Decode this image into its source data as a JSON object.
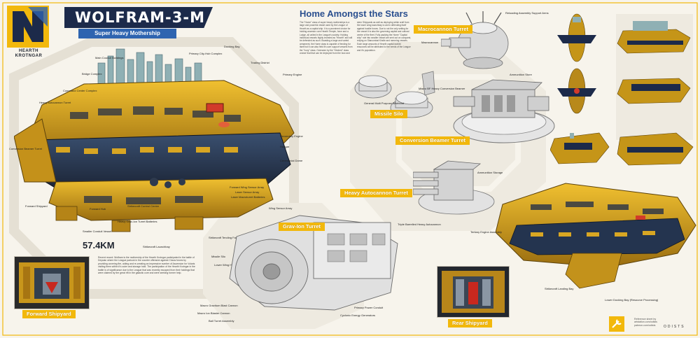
{
  "brand": {
    "logo_caption": "HEARTH KROTNGAR",
    "studio": "ODISTS",
    "links": [
      "Reference sheet by",
      "artstation.com/odists",
      "patreon.com/odists"
    ]
  },
  "header": {
    "title": "WOLFRAM-3-M",
    "subtitle": "Super Heavy Mothership"
  },
  "story": {
    "heading": "Home Amongst the Stars",
    "col1": "The \"Home\" class of super heavy motherships is a large and powerful vessel used by the League of Hearth as a capital ship. It is a prominent choice for holding ancestor core Hearth Temple, force and a Lodge, all united in the League's society. Holding individual vessels highly invested as \"Hearth\" and will be defended as such. Boasting a large and varied armament, the Home class is capable of fending for itself but it can also field it's own support vessels from the \"Ivory\" class. Overseen by the \"Kindred\" class cruiser that that can be deployed from the bow and",
    "col2": "stern Shipyards as well as deploying strike craft from the lower wing launchbay to aid in defending itself against hostile forces. Due to not the only setting for the vessel it is also the governing capital and cultural centre of the fleet. Fully packing the Home \"Capital ship\" role into smaller vessel are sent out on conquest, relying on Starcombat Kindle and ramming vessels. Each large amounts of Hearth capital worlds' resources will be attributed to the needs of the League and it's population."
  },
  "labels": {
    "macrocannon": "Macrocannon Turret",
    "missile_silo": "Missile Silo",
    "conversion_beamer": "Conversion Beamer Turret",
    "heavy_autocannon": "Heavy Autocannon Turret",
    "grav_ion": "Grav-Ion Turret",
    "forward_shipyard": "Forward Shipyard",
    "rear_shipyard": "Rear Shipyard"
  },
  "callouts": {
    "main_council": "Main Council Buildings",
    "bridge_complex": "Bridge Complex",
    "command_center": "Command Center Complex",
    "heavy_autocannon_turret": "Heavy Autocannon Turret",
    "conversion_beamer_turret": "Conversion Beamer Turret",
    "forward_shipyard": "Forward Shipyard",
    "primary_city": "Primary City-Hub Complex",
    "docking_bay": "Docking Bay",
    "trading_district": "Trading District",
    "primary_engine": "Primary Engine",
    "secondary_engine": "Secondary Engine",
    "hangar": "Hangar",
    "ceremonial_dome": "Ceremonial Dome",
    "forward_wing_sensor": "Forward Wing Sensor Array",
    "laser_sensor": "Laser Sensor Array",
    "laser_macroturret": "Laser Macroturret Batteries",
    "wing_sensor": "Wing Sensor Array",
    "forward_hub": "Forward Hub",
    "strikecraft_control": "Strikecraft Control Center",
    "heavy_grav_ion": "Heavy Grav-Ion Turret Batteries",
    "smaller_conduit": "Smaller Conduit Vessel",
    "strikecraft_launchbay": "Strikecraft Launchbay",
    "strikecraft_tending": "Strikecraft Tending Facility",
    "missile_silo_c": "Missile Silo",
    "lower_wing_hub": "Lower Wing Hub",
    "general_warhead": "General Multi Purpose Warhead",
    "reloading_assembly": "Reloading Assembly Support Arms",
    "macrocannon_c": "Macrocannon",
    "ammunition_store": "Ammunition Store",
    "macro_bf_heavy": "Macro BF Heavy Conversion Beamer",
    "ammunition_storage": "Ammunition Storage",
    "triple_barrelled": "Triple Barrelled Heavy Autocannon",
    "tertiary_engine": "Tertiary Engine Assembly",
    "strikecraft_landing": "Strikecraft Landing Bay",
    "lower_docking": "Lower Docking Bay (Resource Processing)",
    "macro_gravitum": "Macro Gravitum Blast Cannon",
    "macro_ion": "Macro Ion Blaster Cannon",
    "ball_turret": "Ball Turret Assembly",
    "primary_power": "Primary Power Conduit",
    "cyclonic_energy": "Cyclonic Energy Generators"
  },
  "stats": {
    "length": "57.4KM"
  },
  "description": "Recent record: Wolfram is the mothership of the Hearth Krotngar participated in the battle of Deyslan where the League partook in the counter offensive against Chaos forces by providing covering fire, aiding and re-creating an impressive number of Ascension for Volaris visiting them within it's outer and storage hold. The participation of the Hearth Krotngar in the battle is of significance due to the League that was recently escaped from their holdings that were claimed by the great rift in the galactic core and were seeking former help.",
  "colors": {
    "accent_yellow": "#f2b80c",
    "navy": "#1c2a4a",
    "blue": "#2e64b0",
    "hull_gold": "#d6a21b"
  }
}
